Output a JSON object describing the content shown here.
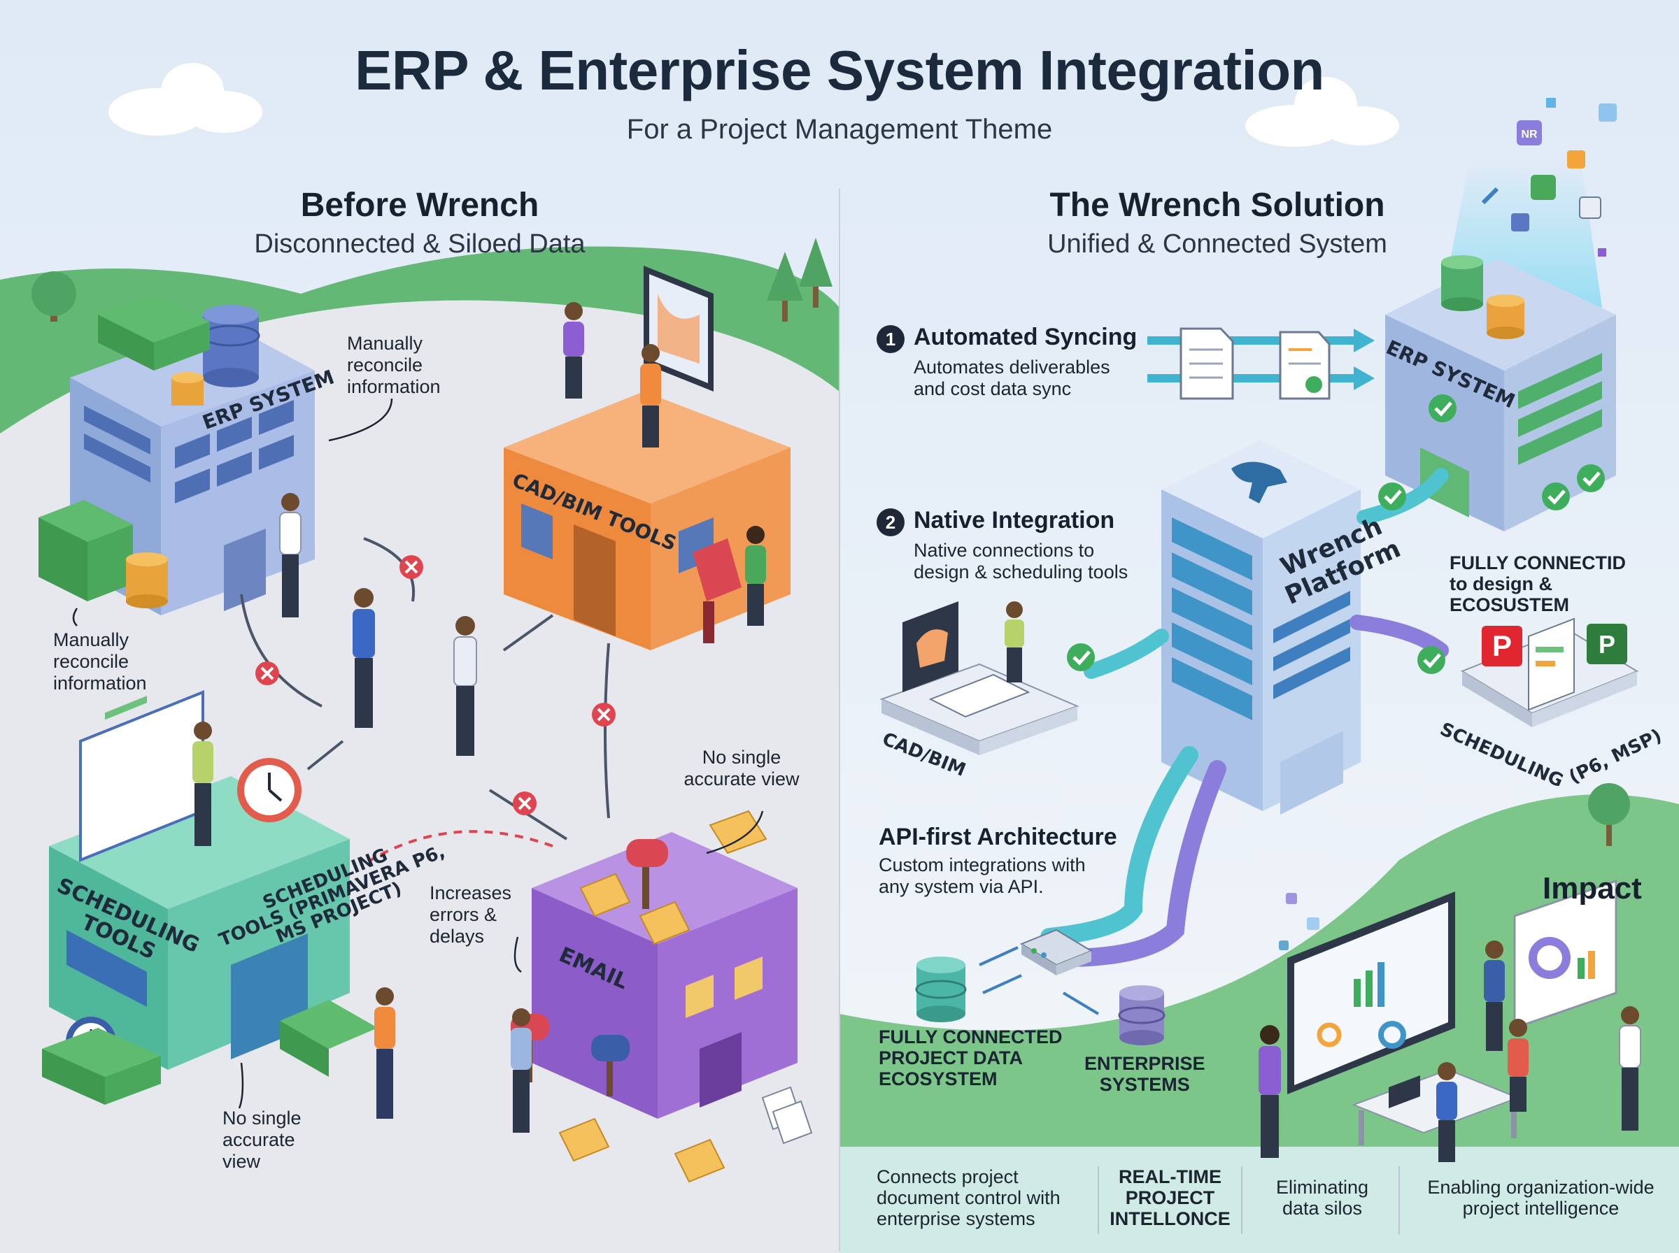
{
  "header": {
    "title": "ERP & Enterprise System Integration",
    "subtitle": "For a Project Management Theme"
  },
  "before": {
    "heading": "Before Wrench",
    "subheading": "Disconnected & Siloed Data",
    "buildings": {
      "erp": "ERP SYSTEM",
      "cad": "CAD/BIM TOOLS",
      "scheduling_a": "SCHEDULING\nTOOLS",
      "scheduling_b": "SCHEDULING\nTOOLS (PRIMAVERA P6,\nMS PROJECT)",
      "email": "EMAIL"
    },
    "notes": {
      "reconcile_top": "Manually\nreconcile\ninformation",
      "reconcile_left": "Manually\nreconcile\ninformation",
      "no_view_right": "No single\naccurate view",
      "no_view_bottom": "No single\naccurate\nview",
      "errors": "Increases\nerrors &\ndelays"
    }
  },
  "solution": {
    "heading": "The Wrench Solution",
    "subheading": "Unified & Connected System",
    "steps": [
      {
        "num": "1",
        "title": "Automated Syncing",
        "desc": "Automates deliverables\nand cost data sync"
      },
      {
        "num": "2",
        "title": "Native Integration",
        "desc": "Native connections to\ndesign & scheduling tools"
      }
    ],
    "api": {
      "title": "API-first Architecture",
      "desc": "Custom integrations with\nany system via API."
    },
    "platform_label": "Wrench\nPlatform",
    "erp_label": "ERP SYSTEM",
    "cad_label": "CAD/BIM",
    "scheduling_label": "SCHEDULING",
    "scheduling_sub": "(P6, MSP)",
    "fully_connected_design": "FULLY CONNECTID\nto design &\nECOSUSTEM",
    "fully_connected_data": "FULLY CONNECTED\nPROJECT DATA\nECOSYSTEM",
    "enterprise": "ENTERPRISE\nSYSTEMS",
    "app_icons": {
      "p6": "P",
      "msp": "P",
      "badge": "NR"
    },
    "impact": "Impact",
    "footer": [
      {
        "text": "Connects project\ndocument control with\nenterprise systems",
        "bold": false
      },
      {
        "text": "REAL-TIME\nPROJECT\nINTELLONCE",
        "bold": true
      },
      {
        "text": "Eliminating\ndata silos",
        "bold": false
      },
      {
        "text": "Enabling organization-wide\nproject intelligence",
        "bold": false
      }
    ]
  },
  "colors": {
    "green": "#6cc17d",
    "erp_blue": "#8fa9d9",
    "cad_orange": "#f2954d",
    "sched_teal": "#6ccdb2",
    "email_purple": "#9a6ad1",
    "platform": "#bcd3ee",
    "check": "#3fae5c",
    "cross": "#e0444e",
    "pipe_teal": "#4fc4d0",
    "pipe_purple": "#8b7ddc"
  }
}
